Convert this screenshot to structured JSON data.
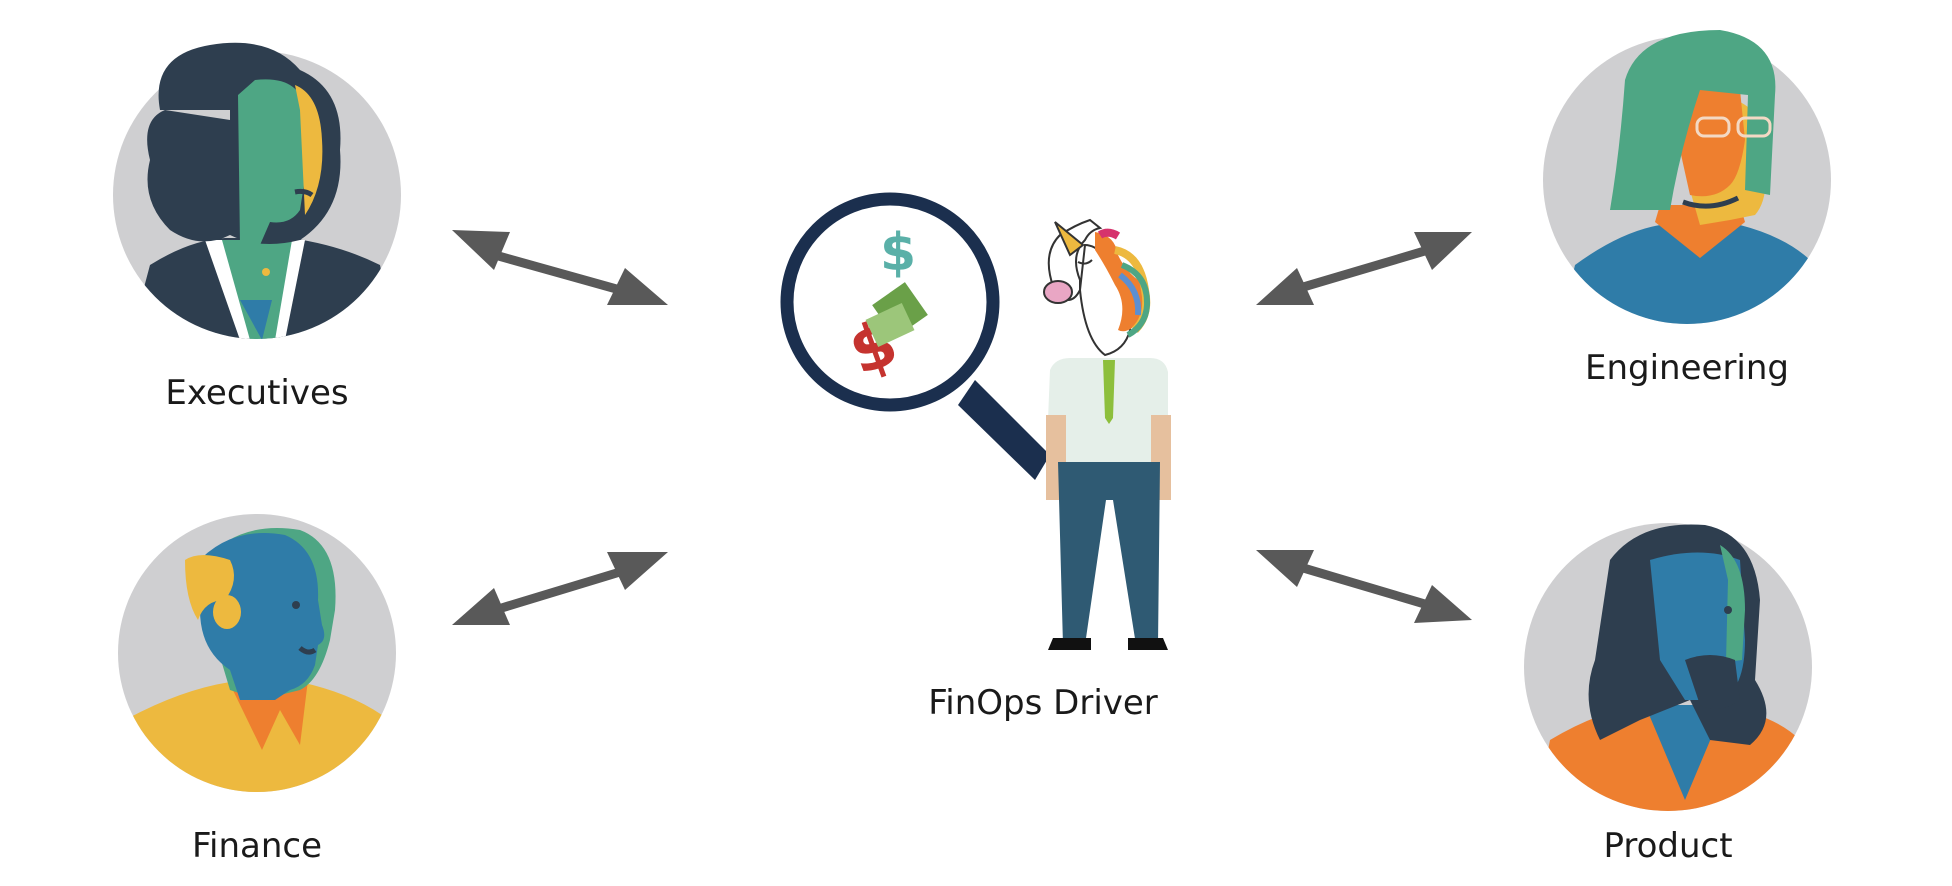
{
  "diagram": {
    "center": {
      "label": "FinOps Driver"
    },
    "personas": [
      {
        "id": "executives",
        "label": "Executives"
      },
      {
        "id": "finance",
        "label": "Finance"
      },
      {
        "id": "engineering",
        "label": "Engineering"
      },
      {
        "id": "product",
        "label": "Product"
      }
    ],
    "connections": [
      {
        "from": "executives",
        "to": "center",
        "direction": "both"
      },
      {
        "from": "finance",
        "to": "center",
        "direction": "both"
      },
      {
        "from": "engineering",
        "to": "center",
        "direction": "both"
      },
      {
        "from": "product",
        "to": "center",
        "direction": "both"
      }
    ],
    "colors": {
      "avatar_bg": "#cfcfd1",
      "arrow": "#595959",
      "navy": "#1b2f4e",
      "teal": "#4ea684",
      "blue": "#2f7ca8",
      "orange": "#ee7f2f",
      "yellow": "#edb93f",
      "dark_slate": "#2e3e4f"
    }
  }
}
